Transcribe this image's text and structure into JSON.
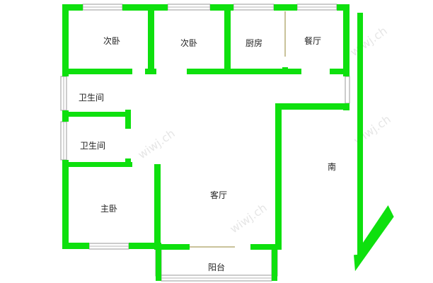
{
  "colors": {
    "wall": "#0ee00e",
    "window": "#9a9a9a",
    "door": "#c9c29a"
  },
  "rooms": {
    "bedroom_2a": "次卧",
    "bedroom_2b": "次卧",
    "kitchen": "厨房",
    "dining": "餐厅",
    "bathroom_1": "卫生间",
    "bathroom_2": "卫生间",
    "master": "主卧",
    "living": "客厅",
    "balcony": "阳台"
  },
  "direction": {
    "south": "南"
  },
  "watermark": "wiwj.ch"
}
